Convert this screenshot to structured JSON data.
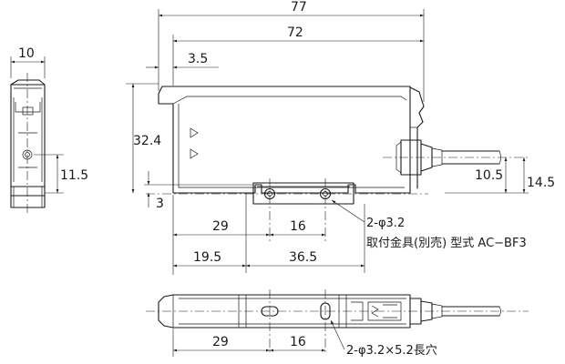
{
  "side_view": {
    "width": "10",
    "led_height": "11.5"
  },
  "front_view": {
    "overall_length": "77",
    "body_length": "72",
    "top_offset": "3.5",
    "height": "32.4",
    "base_offset": "3",
    "mount_x": "29",
    "mount_pitch": "16",
    "bracket_x": "19.5",
    "bracket_width": "36.5",
    "connector_height": "10.5",
    "cable_height": "14.5",
    "hole_callout": "2-φ3.2",
    "bracket_note": "取付金具(別売) 型式 AC−BF3"
  },
  "bottom_view": {
    "slot_x": "29",
    "slot_pitch": "16",
    "slot_callout": "2-φ3.2×5.2長穴"
  }
}
